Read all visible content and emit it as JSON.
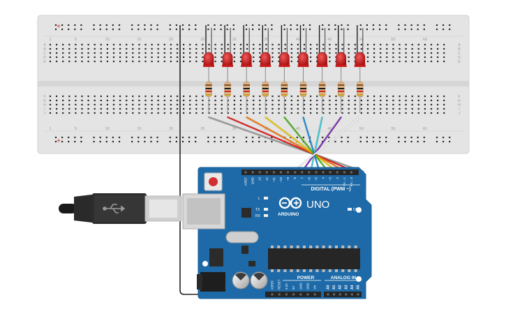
{
  "breadboard": {
    "column_numbers": [
      "1",
      "5",
      "10",
      "15",
      "20",
      "25",
      "30",
      "35",
      "40",
      "45",
      "50",
      "55",
      "60"
    ],
    "top_rows": [
      "A",
      "B",
      "C",
      "D",
      "E"
    ],
    "bottom_rows": [
      "F",
      "G",
      "H",
      "I",
      "J"
    ],
    "rail_minus": "−",
    "rail_plus": "+"
  },
  "arduino": {
    "model": "UNO",
    "brand": "ARDUINO",
    "digital_header_label": "DIGITAL (PWM ~)",
    "digital_pins": [
      "AREF",
      "GND",
      "13",
      "12",
      "~11",
      "~10",
      "~9",
      "8",
      "7",
      "~6",
      "~5",
      "4",
      "~3",
      "2",
      "TX→1",
      "RX←0"
    ],
    "power_label": "POWER",
    "power_pins": [
      "IOREF",
      "RESET",
      "3.3V",
      "5V",
      "GND",
      "GND",
      "Vin"
    ],
    "analog_label": "ANALOG IN",
    "analog_pins": [
      "A0",
      "A1",
      "A2",
      "A3",
      "A4",
      "A5"
    ],
    "led_l": "L",
    "led_tx": "TX",
    "led_rx": "RX",
    "led_on": "ON"
  },
  "wires": {
    "colors": [
      "#9a9a9a",
      "#e02020",
      "#f07a10",
      "#e8c810",
      "#50b020",
      "#1e8cd0",
      "#3cc8d0",
      "#8030b0",
      "#f0f0f0"
    ],
    "ground": "#222222"
  },
  "components": {
    "led_count": 9,
    "led_color": "#c81c1c",
    "resistor_count": 9
  }
}
